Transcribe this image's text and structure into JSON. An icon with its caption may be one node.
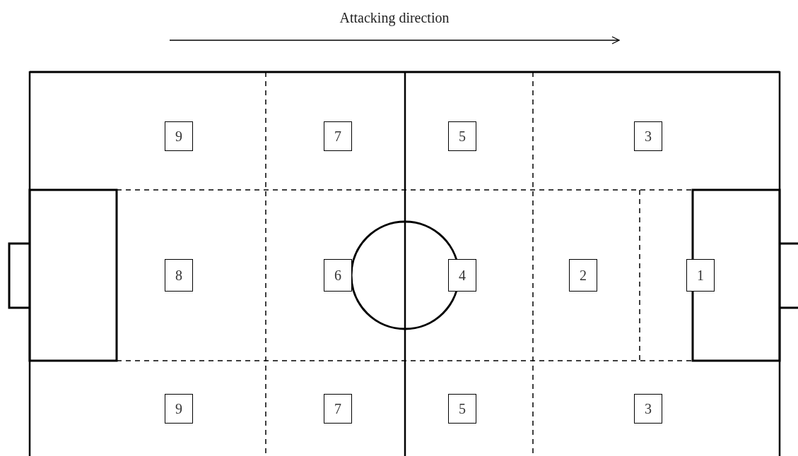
{
  "diagram": {
    "nodes": [
      {
        "text": [
          "9"
        ]
      },
      {
        "text": [
          "7"
        ]
      },
      {
        "text": [
          "5"
        ]
      },
      {
        "text": [
          "3"
        ]
      },
      {
        "text": [
          "8"
        ]
      },
      {
        "text": [
          "6"
        ]
      },
      {
        "text": [
          "4"
        ]
      },
      {
        "text": [
          "2"
        ]
      },
      {
        "text": [
          "1"
        ]
      },
      {
        "text": [
          "9"
        ]
      },
      {
        "text": [
          "7"
        ]
      },
      {
        "text": [
          "5"
        ]
      },
      {
        "text": [
          "3"
        ]
      }
    ],
    "labels": [
      "Attacking direction"
    ]
  }
}
